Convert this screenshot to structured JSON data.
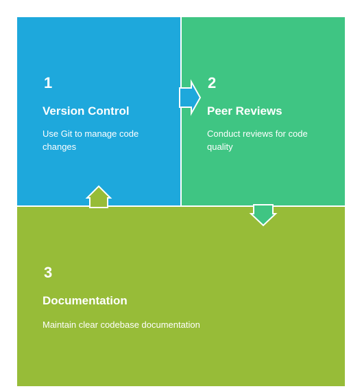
{
  "colors": {
    "panel_1": "#1EA8DC",
    "panel_2": "#3FC583",
    "panel_3": "#97BC38",
    "divider": "#ffffff"
  },
  "steps": [
    {
      "number": "1",
      "title": "Version Control",
      "description": "Use Git to manage code changes"
    },
    {
      "number": "2",
      "title": "Peer Reviews",
      "description": "Conduct reviews for code quality"
    },
    {
      "number": "3",
      "title": "Documentation",
      "description": "Maintain clear codebase documentation"
    }
  ],
  "connectors": [
    {
      "from": "1",
      "to": "2",
      "direction": "right"
    },
    {
      "from": "2",
      "to": "3",
      "direction": "down"
    },
    {
      "from": "3",
      "to": "1",
      "direction": "up"
    }
  ]
}
